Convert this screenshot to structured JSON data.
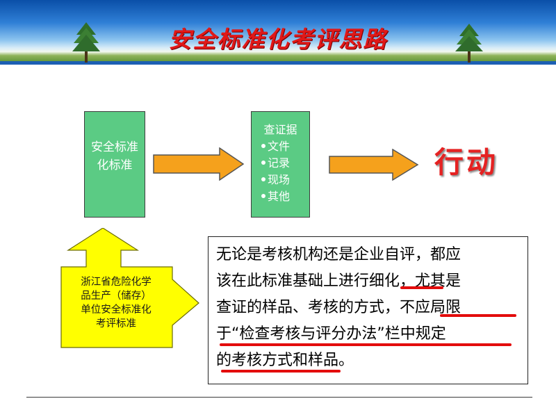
{
  "header": {
    "title": "安全标准化考评思路"
  },
  "flow": {
    "box1_text": "安全标准化标准",
    "box2_title": "查证据",
    "box2_items": [
      "文件",
      "记录",
      "现场",
      "其他"
    ],
    "action_text": "行动"
  },
  "source_box": {
    "lines": [
      "浙江省危险化学",
      "品生产（储存）",
      "单位安全标准化",
      "考评标准"
    ]
  },
  "note": {
    "lines": [
      "无论是考核机构还是企业自评，都应",
      "该在此标准基础上进行细化，尤其是",
      "查证的样品、考核的方式，不应局限",
      "于“检查考核与评分办法”栏中规定",
      "的考核方式和样品。"
    ]
  },
  "colors": {
    "title_red": "#e01818",
    "box_green": "#5bcb84",
    "arrow_orange": "#f5a11c",
    "yellow": "#ffff00",
    "underline_red": "#e30c0c"
  }
}
